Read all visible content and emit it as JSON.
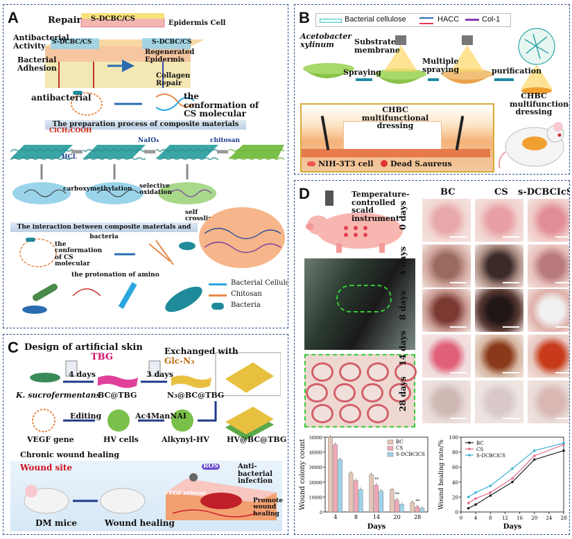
{
  "panel_labels": {
    "a": "A",
    "b": "B",
    "c": "C",
    "d": "D"
  },
  "panel_a": {
    "repair": "Repair",
    "sdcbc_top": "S-DCBC/CS",
    "epidermis_cell": "Epidermis Cell",
    "sdcbc_left": "S-DCBC/CS",
    "sdcbc_right": "S-DCBC/CS",
    "antibacterial_activity": "Antibacterial Activity",
    "bacterial_adhesion": "Bacterial Adhesion",
    "regenerated_epidermis": "Regenerated Epidermis",
    "collagen_repair": "Collagen Repair",
    "antibacterial": "antibacterial",
    "conformation": "the conformation of CS molecular",
    "prep_banner": "The preparation process of composite materials",
    "clch2cooh": "ClCH₂COOH",
    "hcl": "HCL",
    "naio4": "NaIO₄",
    "chitosan_arrow": "chitosan",
    "carboxymethylation": "carboxymethylation",
    "selective_oxidation": "selective oxidation",
    "self_crosslinking": "self crosslinking",
    "interaction_banner": "The interaction between composite materials and bacteria",
    "conformation2": "the conformation of CS molecular",
    "protonation": "the protonation of amino",
    "legend": [
      {
        "label": "Bacterial Cellulose",
        "color": "#2aa6df"
      },
      {
        "label": "Chitosan",
        "color": "#e98b4a"
      },
      {
        "label": "Bacteria",
        "color": "#1f8a9a"
      }
    ]
  },
  "panel_b": {
    "legend": [
      "Bacterial cellulose",
      "HACC",
      "Col-1"
    ],
    "acetobacter": "Acetobacter xylinum",
    "substrate": "Substrate membrane",
    "spraying": "Spraying",
    "multiple_spraying": "Multiple spraying",
    "purification": "purification",
    "chbc_dressing": "CHBC multifunctional dressing",
    "chbc_box": "CHBC multifunctional dressing",
    "nih": "NIH-3T3 cell",
    "dead": "Dead S.aureus"
  },
  "panel_c": {
    "design": "Design of artificial skin",
    "tbg": "TBG",
    "exchanged": "Exchanged with",
    "glc": "Glc-N₃",
    "four_days": "4 days",
    "three_days": "3 days",
    "k_suc": "K. sucrofermentans",
    "bc_tbg": "BC@TBG",
    "n3_bc_tbg": "N₃@BC@TBG",
    "vegf_gene": "VEGF gene",
    "editing": "Editing",
    "ac4": "Ac4ManNAI",
    "hv_cells": "HV cells",
    "alkynyl": "Alkynyl-HV",
    "hv_bc_tbg": "HV@BC@TBG",
    "chronic": "Chronic wound healing",
    "wound_site": "Wound site",
    "ros": "ROS",
    "anti_bac": "Anti-bacterial infection",
    "vegf_release": "VEGF release",
    "promote": "Promote wound healing",
    "dm_mice": "DM mice",
    "wound_healing": "Wound healing"
  },
  "panel_d": {
    "scald": "Temperature-controlled scald instrument",
    "columns": [
      "BC",
      "CS",
      "s-DCBCIcS"
    ],
    "rows": [
      "0 days",
      "4 days",
      "8 days",
      "14 days",
      "28 days"
    ]
  },
  "chart_data": [
    {
      "type": "bar",
      "categories": [
        "4",
        "8",
        "14",
        "20",
        "28"
      ],
      "xlabel": "Days",
      "ylabel": "Wound colony count",
      "ylim": [
        0,
        50000
      ],
      "yticks": [
        "0",
        "10000",
        "20000",
        "30000",
        "40000",
        "50000"
      ],
      "legend_position": "top-right",
      "sig": "**",
      "series": [
        {
          "name": "BC",
          "color": "#e3c6b6",
          "values": [
            50000,
            26000,
            25000,
            15000,
            6500
          ]
        },
        {
          "name": "CS",
          "color": "#f1a7b6",
          "values": [
            45000,
            21000,
            18000,
            8000,
            3500
          ]
        },
        {
          "name": "S-DCBCICS",
          "color": "#9fd2ea",
          "values": [
            35000,
            15000,
            14000,
            5000,
            2500
          ]
        }
      ]
    },
    {
      "type": "line",
      "x": [
        2,
        4,
        8,
        14,
        20,
        28
      ],
      "xticks": [
        "0",
        "4",
        "8",
        "12",
        "16",
        "20",
        "24",
        "28"
      ],
      "xlabel": "Days",
      "ylabel": "Wound healing rate/%",
      "ylim": [
        0,
        100
      ],
      "yticks": [
        "0",
        "20",
        "40",
        "60",
        "80",
        "100"
      ],
      "legend_position": "top-left",
      "series": [
        {
          "name": "BC",
          "color": "#222222",
          "values": [
            5,
            10,
            22,
            40,
            70,
            82
          ]
        },
        {
          "name": "CS",
          "color": "#e06a8a",
          "values": [
            12,
            18,
            26,
            45,
            75,
            90
          ]
        },
        {
          "name": "S-DCBCICS",
          "color": "#3fb1d6",
          "values": [
            20,
            26,
            35,
            58,
            82,
            92
          ]
        }
      ]
    }
  ]
}
